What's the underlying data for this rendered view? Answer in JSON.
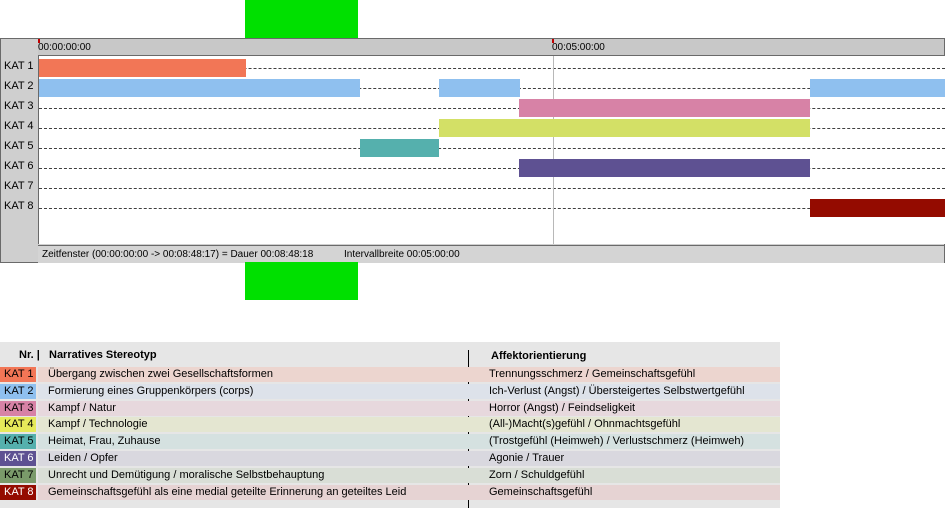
{
  "timeline": {
    "ruler": {
      "ticks": [
        {
          "label": "00:00:00:00",
          "fraction": 0.0
        },
        {
          "label": "00:05:00:00",
          "fraction": 0.5676
        }
      ]
    },
    "rows": [
      {
        "label": "KAT 1",
        "color": "#f27656"
      },
      {
        "label": "KAT 2",
        "color": "#8fc0ef"
      },
      {
        "label": "KAT 3",
        "color": "#d782a6"
      },
      {
        "label": "KAT 4",
        "color": "#d3e066"
      },
      {
        "label": "KAT 5",
        "color": "#55b0ad"
      },
      {
        "label": "KAT 6",
        "color": "#5e5192"
      },
      {
        "label": "KAT 7",
        "color": "#7a9a6a"
      },
      {
        "label": "KAT 8",
        "color": "#940b00"
      }
    ],
    "segments": [
      {
        "row": 0,
        "start": 0.0,
        "end": 0.229
      },
      {
        "row": 1,
        "start": 0.0,
        "end": 0.354
      },
      {
        "row": 1,
        "start": 0.441,
        "end": 0.53
      },
      {
        "row": 1,
        "start": 0.851,
        "end": 1.0
      },
      {
        "row": 2,
        "start": 0.53,
        "end": 0.851
      },
      {
        "row": 3,
        "start": 0.441,
        "end": 0.851
      },
      {
        "row": 4,
        "start": 0.354,
        "end": 0.441
      },
      {
        "row": 5,
        "start": 0.53,
        "end": 0.851
      },
      {
        "row": 7,
        "start": 0.851,
        "end": 1.0
      }
    ],
    "cursor_fraction": 0.5676,
    "status": {
      "window": "Zeitfenster (00:00:00:00 -> 00:08:48:17) = Dauer 00:08:48:18",
      "interval": "Intervallbreite 00:05:00:00"
    }
  },
  "legend": {
    "headers": {
      "nr": "Nr. |",
      "stereotype": "Narratives Stereotyp",
      "affect": "Affektorientierung"
    },
    "rows": [
      {
        "code": "KAT 1",
        "color": "#f27656",
        "bg": "#ecd5cf",
        "stereotype": "Übergang zwischen zwei Gesellschaftsformen",
        "affect": "Trennungsschmerz / Gemeinschaftsgefühl"
      },
      {
        "code": "KAT 2",
        "color": "#8fc0ef",
        "bg": "#dde2ea",
        "stereotype": "Formierung eines Gruppenkörpers (corps)",
        "affect": "Ich-Verlust (Angst) / Übersteigertes Selbstwertgefühl"
      },
      {
        "code": "KAT 3",
        "color": "#d782a6",
        "bg": "#e7d8dd",
        "stereotype": "Kampf / Natur",
        "affect": "Horror (Angst) / Feindseligkeit"
      },
      {
        "code": "KAT 4",
        "color": "#e6ea5a",
        "bg": "#e4e6d1",
        "stereotype": "Kampf / Technologie",
        "affect": "(All-)Macht(s)gefühl / Ohnmachtsgefühl"
      },
      {
        "code": "KAT 5",
        "color": "#55b0ad",
        "bg": "#d5e1e0",
        "stereotype": "Heimat, Frau, Zuhause",
        "affect": "(Trostgefühl (Heimweh) / Verlustschmerz (Heimweh)"
      },
      {
        "code": "KAT 6",
        "color": "#5e5192",
        "bg": "#d9d8df",
        "stereotype": "Leiden / Opfer",
        "affect": "Agonie / Trauer"
      },
      {
        "code": "KAT 7",
        "color": "#7a9a6a",
        "bg": "#d9ded6",
        "stereotype": "Unrecht und Demütigung / moralische Selbstbehauptung",
        "affect": "Zorn / Schuldgefühl"
      },
      {
        "code": "KAT 8",
        "color": "#940b00",
        "bg": "#e6d3d3",
        "stereotype": "Gemeinschaftsgefühl als eine medial geteilte Erinnerung an geteiltes Leid",
        "affect": "Gemeinschaftsgefühl"
      }
    ]
  }
}
